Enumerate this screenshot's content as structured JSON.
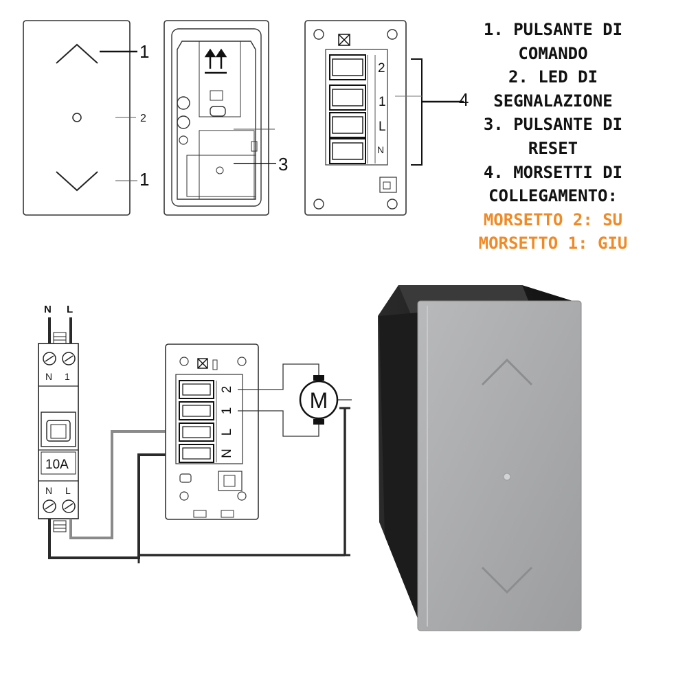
{
  "legend": {
    "lines": [
      "1. PULSANTE DI",
      "COMANDO",
      "2. LED DI",
      "SEGNALAZIONE",
      "3. PULSANTE DI",
      "RESET",
      "4. MORSETTI DI",
      "COLLEGAMENTO:"
    ],
    "terminal_2": "MORSETTO 2: SU",
    "terminal_1": "MORSETTO 1: GIU"
  },
  "front_view": {
    "callout_up": "1",
    "callout_led": "2",
    "callout_down": "1"
  },
  "back_view": {
    "callout_reset": "3"
  },
  "terminal_view": {
    "labels": [
      "2",
      "1",
      "L",
      "N"
    ],
    "callout_terminals": "4"
  },
  "wiring": {
    "supply_n": "N",
    "supply_l": "L",
    "breaker_top_n": "N",
    "breaker_top_l": "1",
    "breaker_rating": "10A",
    "breaker_bot_n": "N",
    "breaker_bot_l": "L",
    "module_terminals": [
      "2",
      "1",
      "L",
      "N"
    ],
    "motor_symbol": "M"
  },
  "colors": {
    "orange": "#f08a26",
    "wire_grey": "#8a8a8a",
    "wire_dark": "#2a2a2a",
    "device_grey": "#a9aaac"
  }
}
